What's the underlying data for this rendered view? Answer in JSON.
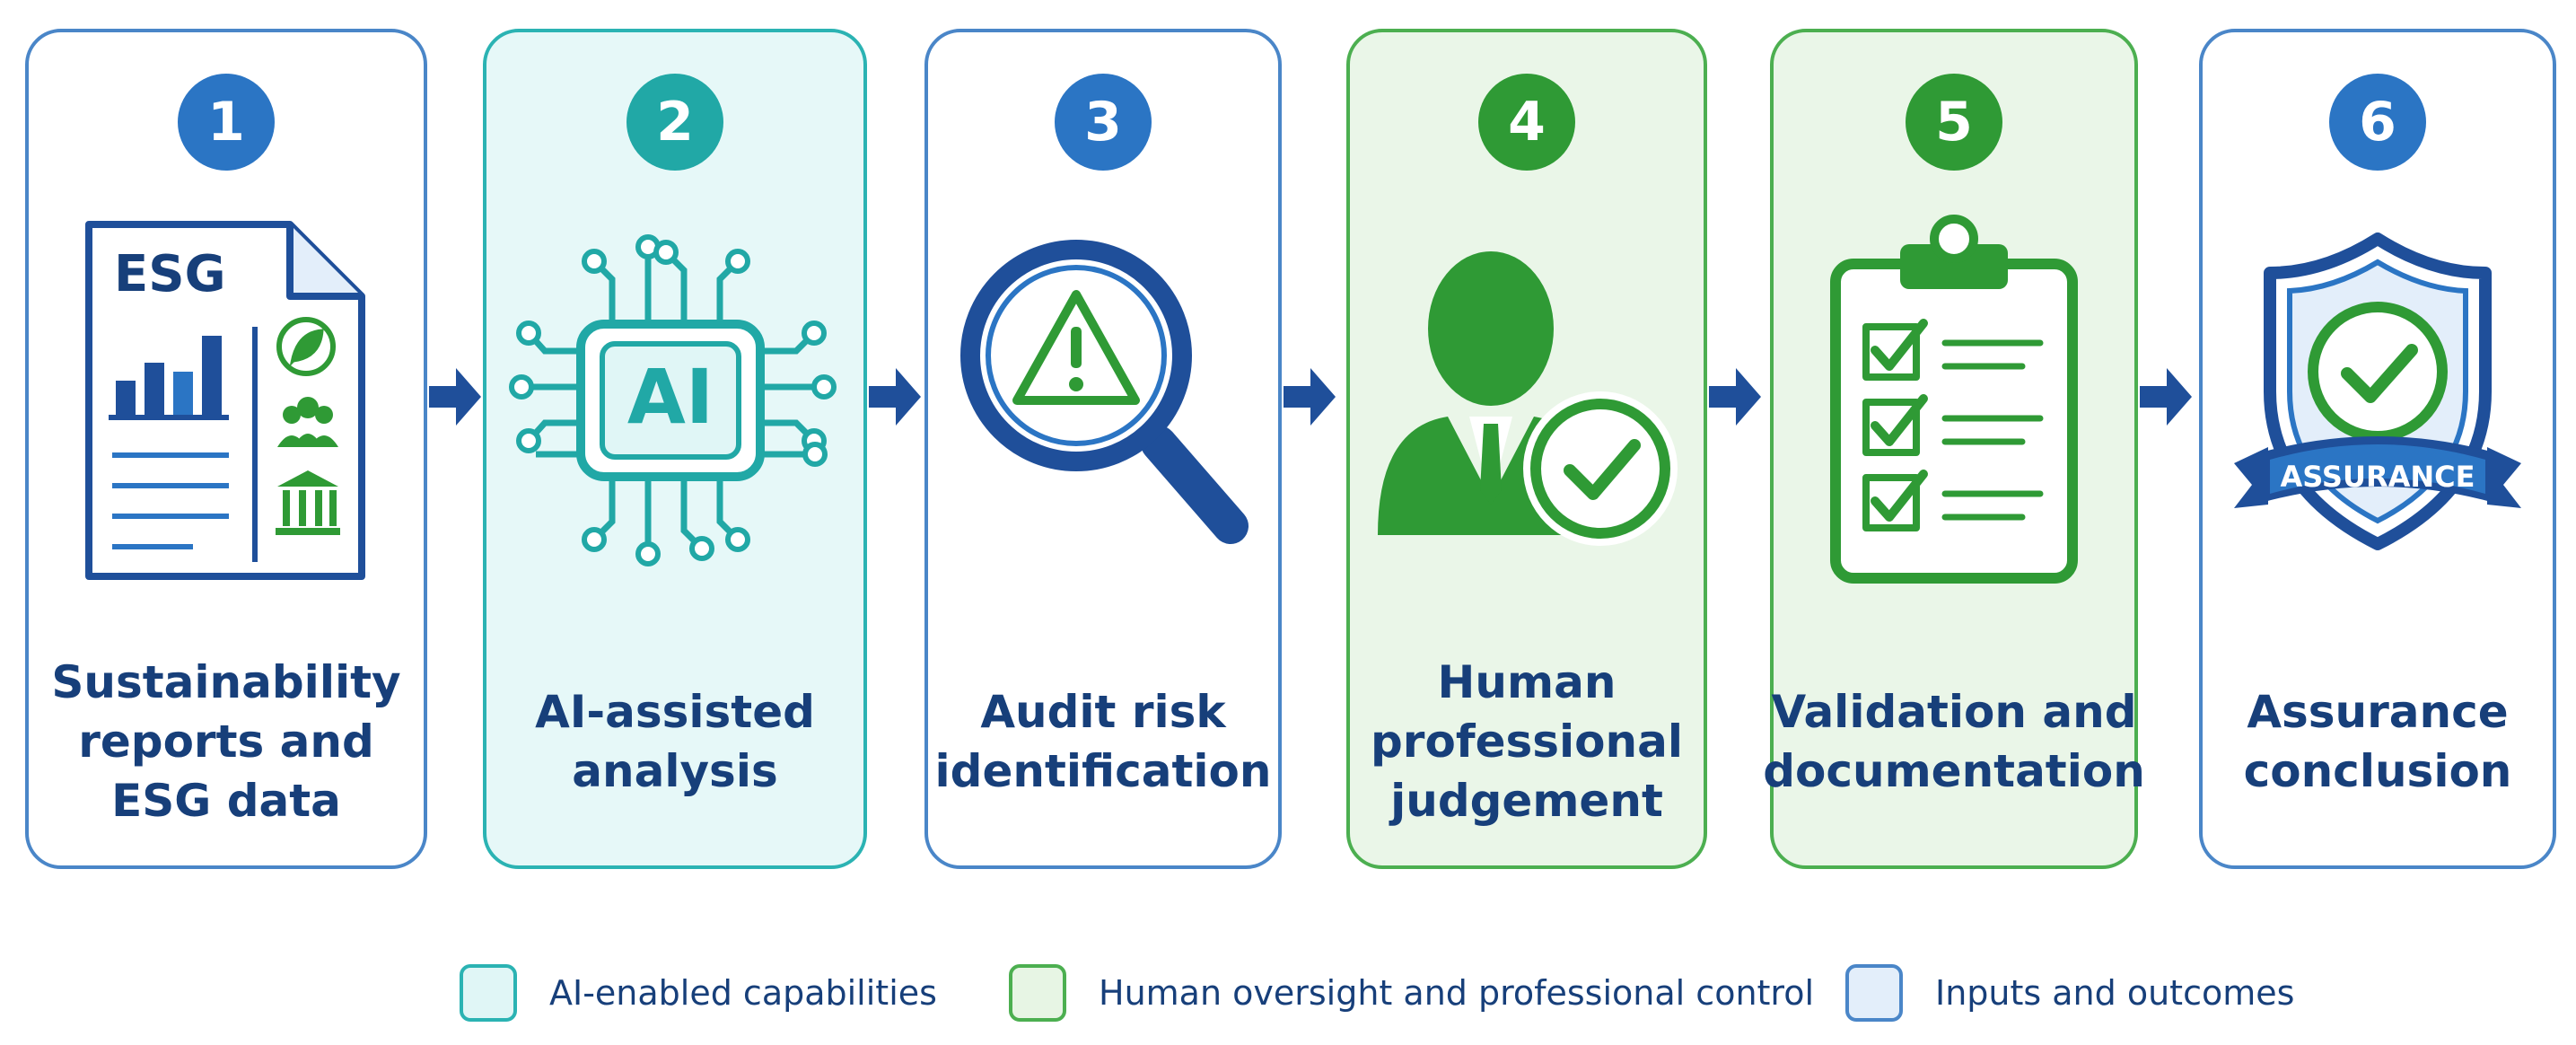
{
  "colors": {
    "navy": "#173f7a",
    "blue": "#2b75c4",
    "teal": "#21a8a6",
    "green": "#2f9a35",
    "ai_fill": "#e6f8f8",
    "human_fill": "#eaf6e8"
  },
  "steps": [
    {
      "number": "1",
      "label": "Sustainability\nreports and\nESG data",
      "icon": "esg-report-icon",
      "icon_text": "ESG",
      "category": "inputs-outcomes"
    },
    {
      "number": "2",
      "label": "AI-assisted\nanalysis",
      "icon": "ai-chip-icon",
      "icon_text": "AI",
      "category": "ai"
    },
    {
      "number": "3",
      "label": "Audit risk\nidentification",
      "icon": "magnifier-warning-icon",
      "category": "inputs-outcomes"
    },
    {
      "number": "4",
      "label": "Human\nprofessional\njudgement",
      "icon": "person-check-icon",
      "category": "human"
    },
    {
      "number": "5",
      "label": "Validation and\ndocumentation",
      "icon": "clipboard-checklist-icon",
      "category": "human"
    },
    {
      "number": "6",
      "label": "Assurance\nconclusion",
      "icon": "assurance-shield-icon",
      "icon_text": "ASSURANCE",
      "category": "inputs-outcomes"
    }
  ],
  "legend": [
    {
      "label": "AI-enabled capabilities",
      "category": "ai"
    },
    {
      "label": "Human oversight and professional control",
      "category": "human"
    },
    {
      "label": "Inputs and outcomes",
      "category": "inputs-outcomes"
    }
  ]
}
